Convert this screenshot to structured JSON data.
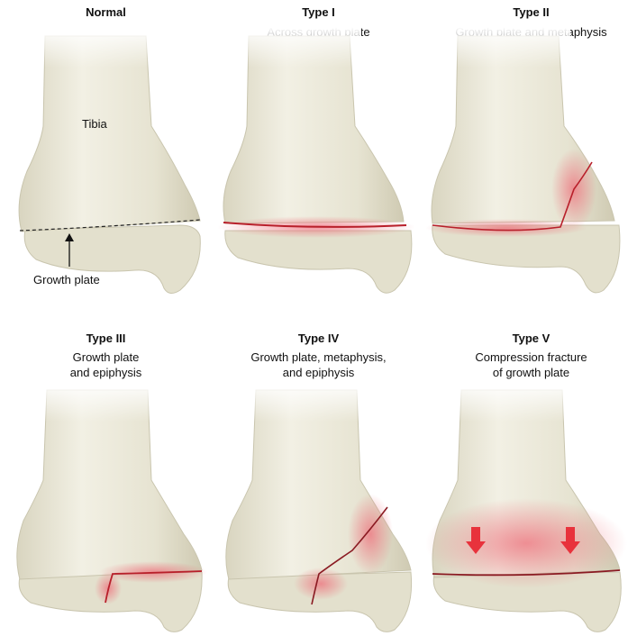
{
  "panels": [
    {
      "title": "Normal",
      "subtitle": [
        "",
        ""
      ],
      "labels": {
        "bone": "Tibia",
        "pointer": "Growth plate"
      }
    },
    {
      "title": "Type I",
      "subtitle": [
        "Across growth plate",
        ""
      ]
    },
    {
      "title": "Type II",
      "subtitle": [
        "Growth plate and metaphysis",
        ""
      ]
    },
    {
      "title": "Type III",
      "subtitle": [
        "Growth plate",
        "and epiphysis"
      ]
    },
    {
      "title": "Type IV",
      "subtitle": [
        "Growth plate, metaphysis,",
        "and epiphysis"
      ]
    },
    {
      "title": "Type V",
      "subtitle": [
        "Compression fracture",
        "of growth plate"
      ]
    }
  ],
  "colors": {
    "bone": "#e9e6d6",
    "bone_shade": "#c9c5ae",
    "fracture": "#b81f2a",
    "glow": "#f08a94",
    "arrow": "#e8323c"
  }
}
